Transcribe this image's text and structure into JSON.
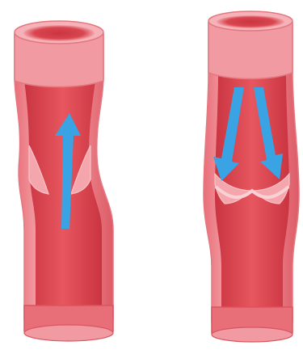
{
  "diagram": {
    "subject": "vein-valves",
    "panels": [
      {
        "id": "open-valve",
        "valve_state": "open",
        "flow_direction": "up",
        "arrow_count": 1
      },
      {
        "id": "closed-valve",
        "valve_state": "closed",
        "flow_direction": "down",
        "arrow_count": 2
      }
    ],
    "colors": {
      "vessel_wall": "#ef8a92",
      "vessel_wall_light": "#f7b7bc",
      "lumen": "#e7575f",
      "lumen_dark": "#c93440",
      "rim_outer": "#f2a3aa",
      "rim_inner": "#d9464f",
      "valve_flap": "#f5a6ad",
      "arrow": "#3aa3e3"
    },
    "icons": [
      "up-arrow-icon",
      "down-arrow-icon"
    ]
  }
}
